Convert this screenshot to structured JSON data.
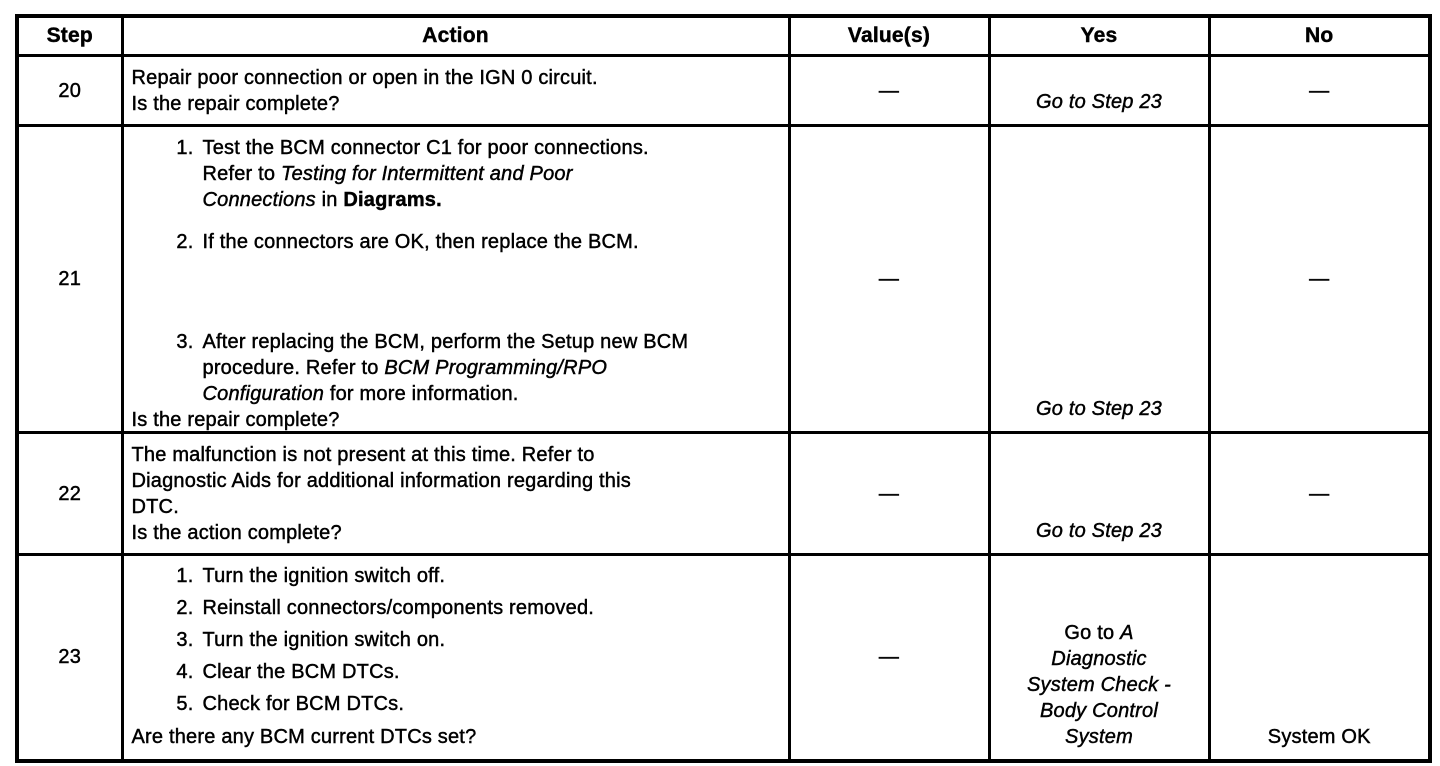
{
  "page": {
    "paper_color": "#ffffff",
    "ink_color": "#000000"
  },
  "table": {
    "headers": [
      "Step",
      "Action",
      "Value(s)",
      "Yes",
      "No"
    ],
    "rows": [
      {
        "step": "20",
        "intro": "Repair poor connection or open in the IGN 0 circuit.",
        "question": "Is the repair complete?",
        "values": "—",
        "yes": "Go to Step 23",
        "no": "—"
      },
      {
        "step": "21",
        "items": [
          {
            "num": "1.",
            "line1": "Test the BCM connector C1 for poor connections.",
            "rest_pre": "Refer to ",
            "rest_italic": "Testing for Intermittent and Poor Connections",
            "rest_mid": " in ",
            "rest_bold": "Diagrams."
          },
          {
            "num": "2.",
            "text": "If the connectors are OK, then replace the BCM."
          },
          {
            "num": "3.",
            "line1": "After replacing the BCM, perform the Setup new BCM",
            "rest_pre": "procedure. Refer to ",
            "rest_italic": "BCM Programming/RPO Configuration",
            "rest_post": " for more information."
          }
        ],
        "question": "Is the repair complete?",
        "values": "—",
        "yes": "Go to Step 23",
        "no": "—"
      },
      {
        "step": "22",
        "intro": "The malfunction is not present at this time. Refer to Diagnostic Aids for additional information regarding this DTC.",
        "question": "Is the action complete?",
        "values": "—",
        "yes": "Go to Step 23",
        "no": "—"
      },
      {
        "step": "23",
        "items": [
          {
            "num": "1.",
            "text": "Turn the ignition switch off."
          },
          {
            "num": "2.",
            "text": "Reinstall connectors/components removed."
          },
          {
            "num": "3.",
            "text": "Turn the ignition switch on."
          },
          {
            "num": "4.",
            "text": "Clear the BCM DTCs."
          },
          {
            "num": "5.",
            "text": "Check for BCM DTCs."
          }
        ],
        "question": "Are there any BCM current DTCs set?",
        "values": "—",
        "yes_prefix": "Go to ",
        "yes_ref": "A Diagnostic System Check - Body Control System",
        "no": "System OK"
      }
    ]
  }
}
